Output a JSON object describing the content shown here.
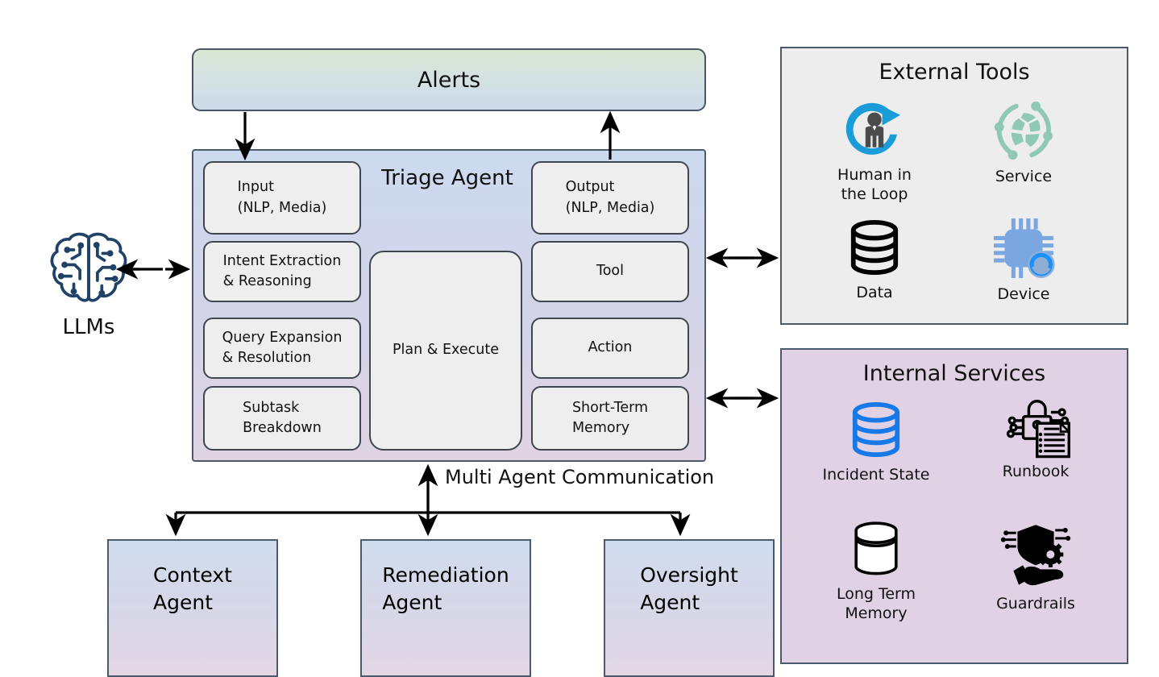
{
  "diagram": {
    "alerts": {
      "label": "Alerts"
    },
    "triage": {
      "title": "Triage Agent",
      "left_column": [
        {
          "name": "input",
          "label": "Input\n(NLP, Media)"
        },
        {
          "name": "intent-extraction",
          "label": "Intent Extraction\n& Reasoning"
        },
        {
          "name": "query-expansion",
          "label": "Query Expansion\n& Resolution"
        },
        {
          "name": "subtask-breakdown",
          "label": "Subtask\nBreakdown"
        }
      ],
      "center": {
        "name": "plan-execute",
        "label": "Plan & Execute"
      },
      "right_column": [
        {
          "name": "output",
          "label": "Output\n(NLP, Media)"
        },
        {
          "name": "tool",
          "label": "Tool"
        },
        {
          "name": "action",
          "label": "Action"
        },
        {
          "name": "short-term-memory",
          "label": "Short-Term\nMemory"
        }
      ]
    },
    "llms": {
      "label": "LLMs",
      "icon": "brain-circuit-icon"
    },
    "external_tools": {
      "title": "External Tools",
      "items": [
        {
          "name": "human-in-the-loop",
          "label": "Human in\nthe Loop",
          "icon": "human-in-the-loop-icon",
          "color": "#1a9cd8"
        },
        {
          "name": "service",
          "label": "Service",
          "icon": "service-network-icon",
          "color": "#8fc9b5"
        },
        {
          "name": "data",
          "label": "Data",
          "icon": "database-icon",
          "color": "#000000"
        },
        {
          "name": "device",
          "label": "Device",
          "icon": "chip-device-icon",
          "color": "#7aa7e0"
        }
      ]
    },
    "internal_services": {
      "title": "Internal Services",
      "items": [
        {
          "name": "incident-state",
          "label": "Incident State",
          "icon": "database-icon",
          "color": "#1778e8"
        },
        {
          "name": "runbook",
          "label": "Runbook",
          "icon": "lock-document-icon",
          "color": "#000000"
        },
        {
          "name": "long-term-memory",
          "label": "Long Term\nMemory",
          "icon": "cylinder-memory-icon",
          "color": "#000000"
        },
        {
          "name": "guardrails",
          "label": "Guardrails",
          "icon": "shield-hand-gear-icon",
          "color": "#000000"
        }
      ]
    },
    "multi_agent_communication": {
      "label": "Multi Agent Communication"
    },
    "sub_agents": [
      {
        "name": "context-agent",
        "label": "Context\nAgent"
      },
      {
        "name": "remediation-agent",
        "label": "Remediation\nAgent"
      },
      {
        "name": "oversight-agent",
        "label": "Oversight\nAgent"
      }
    ],
    "colors": {
      "panel_border": "#4d5a6b",
      "inner_box_bg": "#eeeeee",
      "external_panel_bg": "#ededed",
      "internal_panel_bg": "#e0d2e4",
      "alerts_gradient_start": "#d9e7d3",
      "alerts_gradient_end": "#ccdaea",
      "triage_gradient_start": "#ccdaef",
      "triage_gradient_end": "#e0d4e4",
      "arrow": "#000000"
    }
  }
}
